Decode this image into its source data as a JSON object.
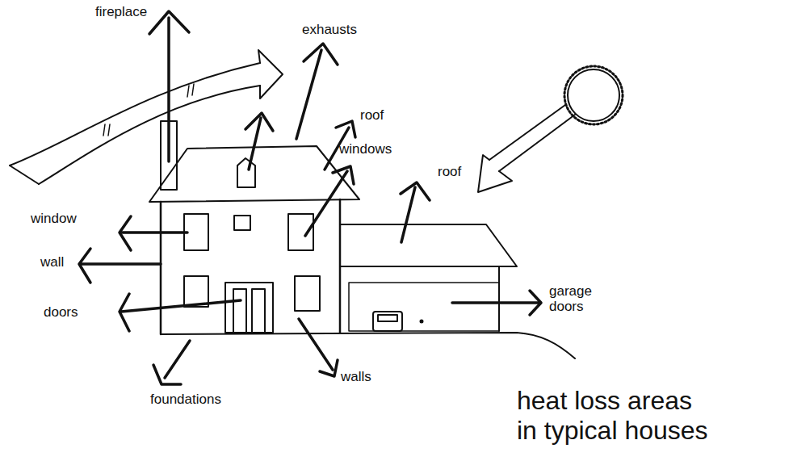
{
  "diagram": {
    "caption": "heat loss areas in typical houses",
    "labels": [
      "fireplace",
      "exhausts",
      "roof",
      "windows",
      "roof",
      "window",
      "wall",
      "doors",
      "garage doors",
      "walls",
      "foundations"
    ]
  }
}
